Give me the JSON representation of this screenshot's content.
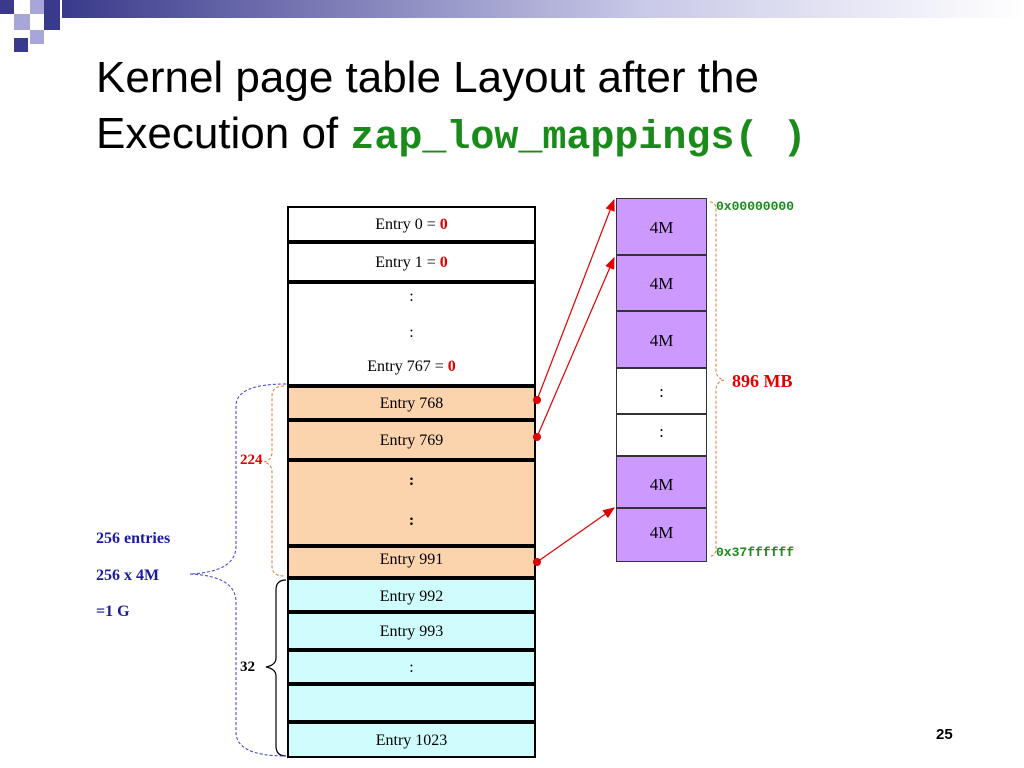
{
  "title": {
    "line1": "Kernel page table Layout after the",
    "line2_prefix": "Execution of ",
    "line2_code": "zap_low_mappings( )"
  },
  "table": {
    "rows": [
      {
        "label": "Entry 0 = ",
        "zero": "0"
      },
      {
        "label": "Entry 1 = ",
        "zero": "0"
      },
      {
        "dots_a": ":",
        "dots_b": ":",
        "label": "Entry 767 = ",
        "zero": "0"
      },
      {
        "label": "Entry 768"
      },
      {
        "label": "Entry 769"
      },
      {
        "dots_a": ":",
        "dots_b": ":"
      },
      {
        "label": "Entry 991"
      },
      {
        "label": "Entry 992"
      },
      {
        "label": "Entry 993"
      },
      {
        "label": ":"
      },
      {
        "label": ""
      },
      {
        "label": "Entry 1023"
      }
    ]
  },
  "memory": {
    "blocks": [
      "4M",
      "4M",
      "4M",
      ":",
      ":",
      "4M",
      "4M"
    ],
    "addr_start": "0x00000000",
    "addr_end": "0x37ffffff",
    "size_label": "896 MB"
  },
  "annotations": {
    "brace_224": "224",
    "brace_32": "32",
    "entries_line1": "256 entries",
    "entries_line2": "256 x 4M",
    "entries_line3": "=1 G"
  },
  "slide_number": "25",
  "colors": {
    "deco_dark": "#3a3a8c",
    "deco_light": "#a6a6d8",
    "peach": "#fbd3ad",
    "cyan": "#cffcfc",
    "purple": "#cc99ff",
    "red": "#e00000",
    "green": "#1a8a1a",
    "blue": "#1a1aa0"
  }
}
